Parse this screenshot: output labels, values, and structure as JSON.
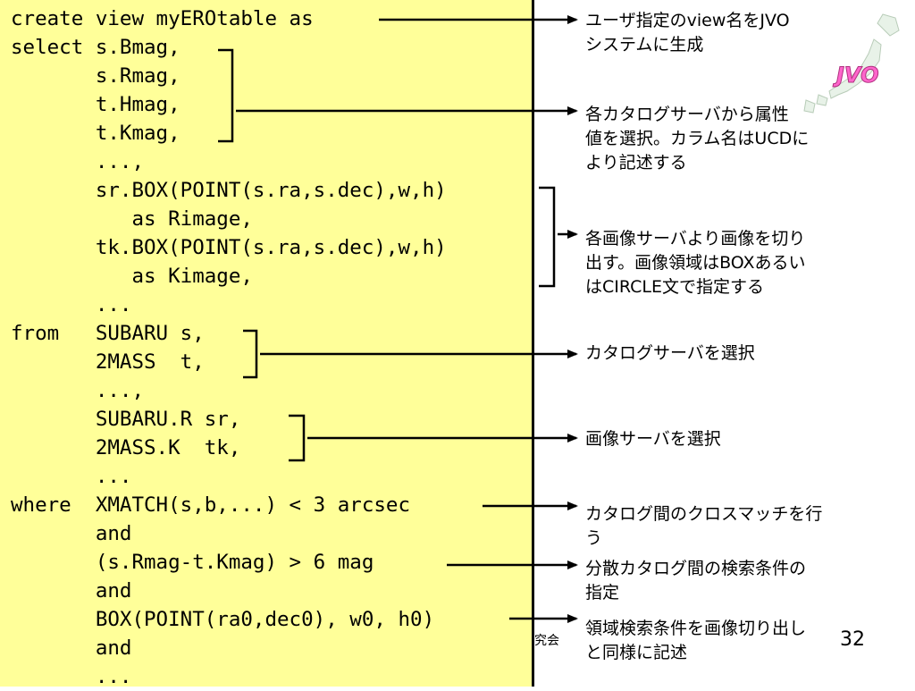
{
  "code_lines": [
    "create view myEROtable as",
    "select s.Bmag,",
    "       s.Rmag,",
    "       t.Hmag,",
    "       t.Kmag,",
    "       ...,",
    "       sr.BOX(POINT(s.ra,s.dec),w,h)",
    "          as Rimage,",
    "       tk.BOX(POINT(s.ra,s.dec),w,h)",
    "          as Kimage,",
    "       ...",
    "from   SUBARU s,",
    "       2MASS  t,",
    "       ...,",
    "       SUBARU.R sr,",
    "       2MASS.K  tk,",
    "       ...",
    "where  XMATCH(s,b,...) < 3 arcsec",
    "       and",
    "       (s.Rmag-t.Kmag) > 6 mag",
    "       and",
    "       BOX(POINT(ra0,dec0), w0, h0)",
    "       and",
    "       ..."
  ],
  "annotations": {
    "view_name": "ユーザ指定のview名をJVO\nシステムに生成",
    "catalog_attributes": "各カタログサーバから属性\n値を選択。カラム名はUCDに\nより記述する",
    "image_cutout": "各画像サーバより画像を切り\n出す。画像領域はBOXあるい\nはCIRCLE文で指定する",
    "catalog_server": "カタログサーバを選択",
    "image_server": "画像サーバを選択",
    "crossmatch": "カタログ間のクロスマッチを行\nう",
    "search_condition": "分散カタログ間の検索条件の\n指定",
    "region_condition": "領域検索条件を画像切り出し\nと同様に記述"
  },
  "footer_fragment": "究会",
  "page_number": "32",
  "logo": {
    "text": "JVO",
    "color": "#ff66cc",
    "icon": "japan-map-icon"
  }
}
